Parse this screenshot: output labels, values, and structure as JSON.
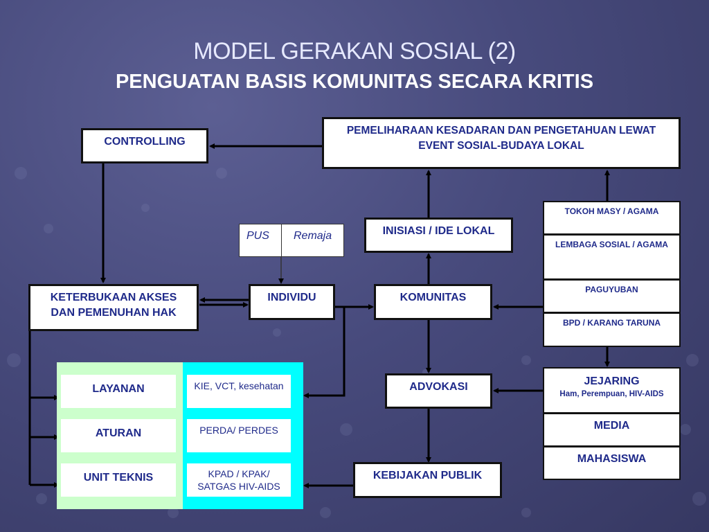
{
  "title": {
    "main": "MODEL GERAKAN SOSIAL (2)",
    "sub": "PENGUATAN BASIS KOMUNITAS SECARA KRITIS"
  },
  "nodes": {
    "controlling": "CONTROLLING",
    "pemeliharaan": "PEMELIHARAAN KESADARAN DAN PENGETAHUAN LEWAT EVENT SOSIAL-BUDAYA LOKAL",
    "inisiasi": "INISIASI / IDE LOKAL",
    "pus": "PUS",
    "remaja": "Remaja",
    "keterbukaan": "KETERBUKAAN AKSES DAN PEMENUHAN HAK",
    "individu": "INDIVIDU",
    "komunitas": "KOMUNITAS",
    "advokasi": "ADVOKASI",
    "kebijakan": "KEBIJAKAN PUBLIK",
    "tokoh": "TOKOH MASY / AGAMA",
    "lembaga": "LEMBAGA SOSIAL / AGAMA",
    "paguyuban": "PAGUYUBAN",
    "bpd": "BPD / KARANG TARUNA",
    "jejaring": "JEJARING",
    "jejaring_sub": "Ham, Perempuan, HIV-AIDS",
    "media": "MEDIA",
    "mahasiswa": "MAHASISWA"
  },
  "services": {
    "layanan": "LAYANAN",
    "aturan": "ATURAN",
    "unit_teknis": "UNIT TEKNIS",
    "kie": "KIE, VCT, kesehatan",
    "perda": "PERDA/ PERDES",
    "kpad_line1": "KPAD / KPAK/",
    "kpad_line2": "SATGAS HIV-AIDS"
  },
  "colors": {
    "text": "#1f2a8a",
    "panel_green": "#ccffcc",
    "panel_cyan": "#00ffff",
    "background": "#474a7c"
  }
}
